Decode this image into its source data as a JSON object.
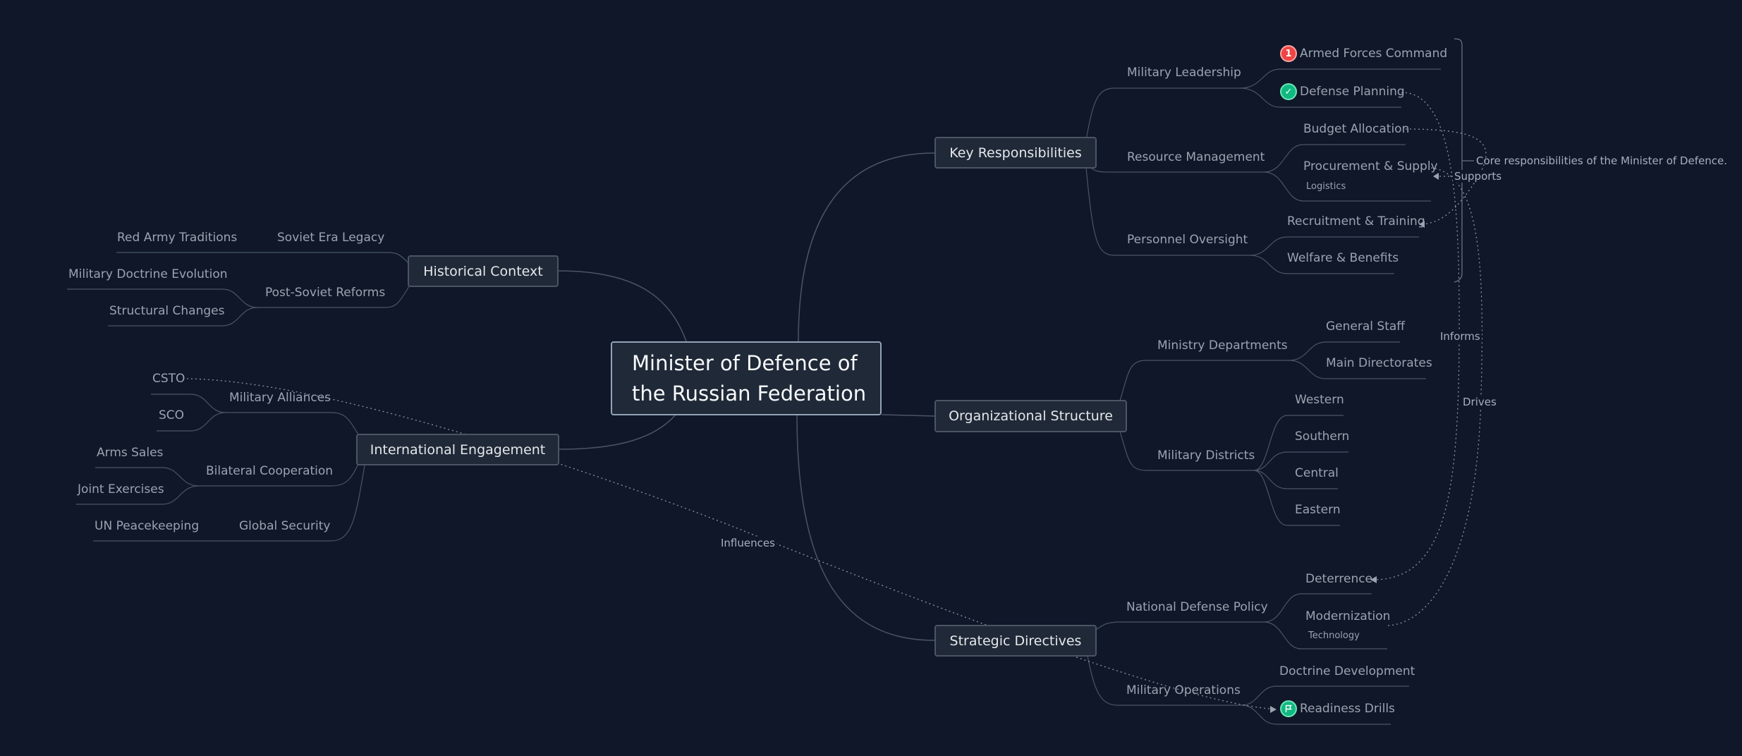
{
  "root": {
    "line1": "Minister of Defence of",
    "line2": "the Russian Federation"
  },
  "branches": {
    "key": "Key Responsibilities",
    "historical": "Historical Context",
    "org": "Organizational Structure",
    "international": "International Engagement",
    "strategic": "Strategic Directives"
  },
  "topics": {
    "military_leadership": "Military Leadership",
    "resource_management": "Resource Management",
    "personnel_oversight": "Personnel Oversight",
    "soviet_era_legacy": "Soviet Era Legacy",
    "post_soviet_reforms": "Post-Soviet Reforms",
    "ministry_departments": "Ministry Departments",
    "military_districts": "Military Districts",
    "military_alliances": "Military Alliances",
    "bilateral_cooperation": "Bilateral Cooperation",
    "global_security": "Global Security",
    "national_defense_policy": "National Defense Policy",
    "military_operations": "Military Operations"
  },
  "leaves": {
    "armed_forces_command": "Armed Forces Command",
    "defense_planning": "Defense Planning",
    "budget_allocation": "Budget Allocation",
    "procurement_supply": "Procurement & Supply",
    "recruitment_training": "Recruitment & Training",
    "welfare_benefits": "Welfare & Benefits",
    "red_army_traditions": "Red Army Traditions",
    "military_doctrine_evolution": "Military Doctrine Evolution",
    "structural_changes": "Structural Changes",
    "general_staff": "General Staff",
    "main_directorates": "Main Directorates",
    "western": "Western",
    "southern": "Southern",
    "central": "Central",
    "eastern": "Eastern",
    "csto": "CSTO",
    "sco": "SCO",
    "arms_sales": "Arms Sales",
    "joint_exercises": "Joint Exercises",
    "un_peacekeeping": "UN Peacekeeping",
    "deterrence": "Deterrence",
    "modernization": "Modernization",
    "doctrine_development": "Doctrine Development",
    "readiness_drills": "Readiness Drills"
  },
  "sublabels": {
    "logistics": "Logistics",
    "technology": "Technology"
  },
  "relationships": {
    "supports": "Supports",
    "informs": "Informs",
    "drives": "Drives",
    "influences": "Influences"
  },
  "boundary_note": "Core responsibilities of the Minister of Defence.",
  "markers": {
    "priority": "1",
    "done": "✓",
    "flag": "flag-icon"
  },
  "colors": {
    "background": "#0f1729",
    "node_fill": "#1f2937",
    "node_border": "#4b5563",
    "line": "#4b5563",
    "priority_marker": "#ef4444",
    "done_marker": "#10b981"
  }
}
